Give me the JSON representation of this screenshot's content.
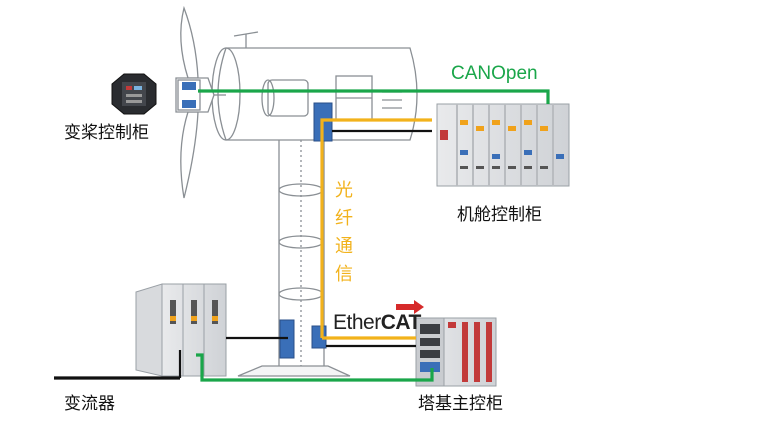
{
  "labels": {
    "pitch_cabinet": "变桨控制柜",
    "nacelle_cabinet": "机舱控制柜",
    "converter": "变流器",
    "tower_cabinet": "塔基主控柜",
    "canopen": "CANOpen",
    "fiber_comm": "光纤通信",
    "ethercat_prefix": "Ether",
    "ethercat_suffix": "CAT"
  },
  "colors": {
    "canopen_line": "#1aa64a",
    "fiber_line": "#f2b21b",
    "ethernet_line": "#111111",
    "ethercat_arrow": "#d62a2a",
    "turbine_outline": "#8a8f94",
    "tower_module": "#3a6fb8"
  }
}
